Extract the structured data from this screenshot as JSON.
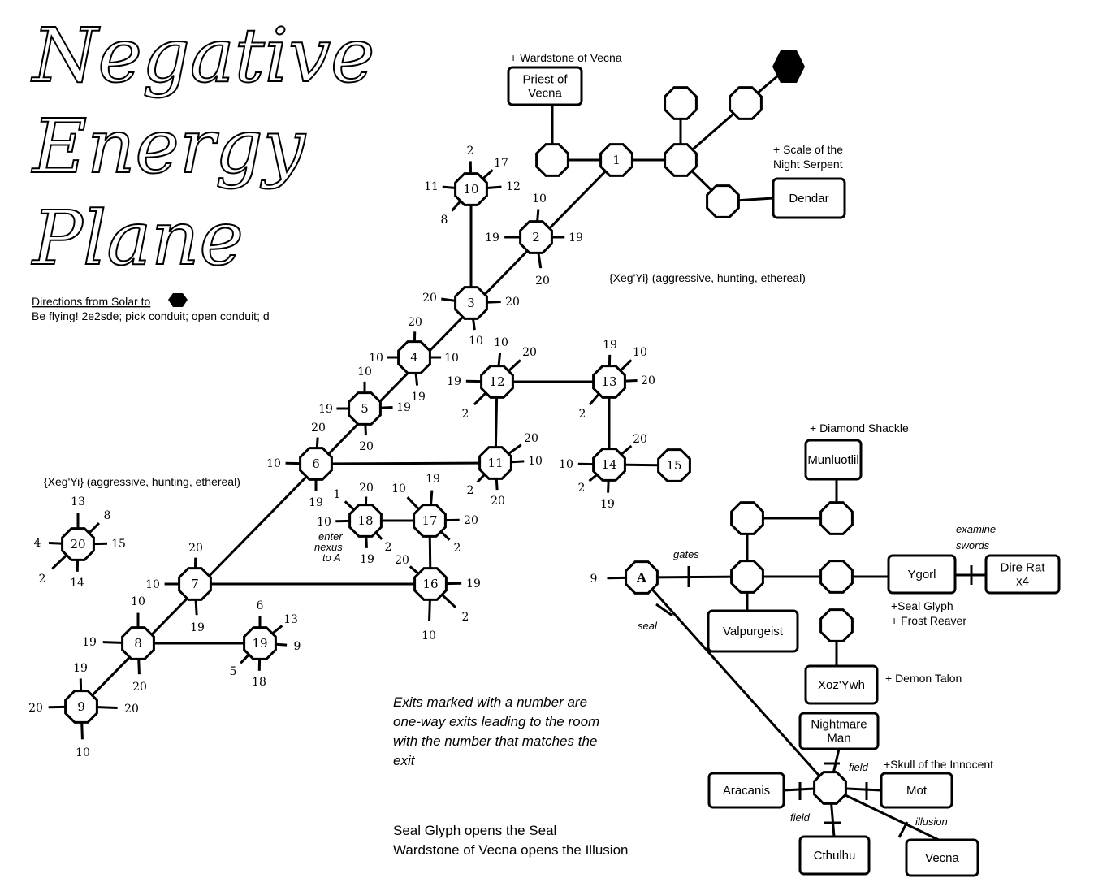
{
  "title": [
    "Negative",
    "Energy",
    "Plane"
  ],
  "directions": {
    "heading": "Directions from Solar to",
    "text": "Be flying!  2e2sde; pick conduit; open conduit; d",
    "target_icon": "black-hexagon-icon"
  },
  "mob_notes": [
    "{Xeg'Yi}  (aggressive, hunting, ethereal)",
    "{Xeg'Yi}  (aggressive, hunting, ethereal)"
  ],
  "rooms": {
    "r1": {
      "label": "1",
      "exits": []
    },
    "r2": {
      "label": "2",
      "exits": [
        "10",
        "19",
        "19",
        "20"
      ]
    },
    "r3": {
      "label": "3",
      "exits": [
        "20",
        "20",
        "10"
      ]
    },
    "r4": {
      "label": "4",
      "exits": [
        "20",
        "10",
        "10",
        "19"
      ]
    },
    "r5": {
      "label": "5",
      "exits": [
        "10",
        "19",
        "19",
        "20"
      ]
    },
    "r6": {
      "label": "6",
      "exits": [
        "20",
        "10",
        "19"
      ]
    },
    "r7": {
      "label": "7",
      "exits": [
        "20",
        "10",
        "19"
      ]
    },
    "r8": {
      "label": "8",
      "exits": [
        "10",
        "19",
        "20"
      ]
    },
    "r9": {
      "label": "9",
      "exits": [
        "19",
        "20",
        "20",
        "10"
      ]
    },
    "r10": {
      "label": "10",
      "exits": [
        "2",
        "17",
        "12",
        "11",
        "8"
      ]
    },
    "r11": {
      "label": "11",
      "exits": [
        "20",
        "10",
        "2",
        "20"
      ]
    },
    "r12": {
      "label": "12",
      "exits": [
        "10",
        "20",
        "19",
        "2"
      ]
    },
    "r13": {
      "label": "13",
      "exits": [
        "19",
        "10",
        "20",
        "2"
      ]
    },
    "r14": {
      "label": "14",
      "exits": [
        "20",
        "10",
        "2",
        "19"
      ]
    },
    "r15": {
      "label": "15",
      "exits": []
    },
    "r16": {
      "label": "16",
      "exits": [
        "20",
        "19",
        "10",
        "2"
      ]
    },
    "r17": {
      "label": "17",
      "exits": [
        "10",
        "19",
        "20",
        "2"
      ]
    },
    "r18": {
      "label": "18",
      "exits": [
        "1",
        "20",
        "10",
        "19",
        "2"
      ]
    },
    "r19": {
      "label": "19",
      "exits": [
        "6",
        "13",
        "9",
        "5",
        "18"
      ]
    },
    "r20": {
      "label": "20",
      "exits": [
        "13",
        "8",
        "15",
        "4",
        "2",
        "14"
      ]
    },
    "rA": {
      "label": "A",
      "exits": [
        "9"
      ]
    }
  },
  "nexus_note": [
    "enter",
    "nexus",
    "to A"
  ],
  "boxes": {
    "priest": [
      "Priest of",
      "Vecna"
    ],
    "dendar": [
      "Dendar"
    ],
    "munluotlil": [
      "Munluotlil"
    ],
    "ygorl": [
      "Ygorl"
    ],
    "dire_rat": [
      "Dire Rat",
      "x4"
    ],
    "valpurgeist": [
      "Valpurgeist"
    ],
    "xozywh": [
      "Xoz'Ywh"
    ],
    "nightmare": [
      "Nightmare",
      "Man"
    ],
    "aracanis": [
      "Aracanis"
    ],
    "mot": [
      "Mot"
    ],
    "cthulhu": [
      "Cthulhu"
    ],
    "vecna": [
      "Vecna"
    ]
  },
  "items": {
    "wardstone": "+ Wardstone of Vecna",
    "scale": [
      "+ Scale of the",
      "Night Serpent"
    ],
    "shackle": "+ Diamond Shackle",
    "ygorl_items": [
      "+Seal Glyph",
      "+ Frost Reaver"
    ],
    "talon": "+ Demon Talon",
    "skull": "+Skull of the Innocent"
  },
  "barriers": {
    "gates": "gates",
    "seal": "seal",
    "field1": "field",
    "field2": "field",
    "illusion": "illusion",
    "examine": [
      "examine",
      "swords"
    ]
  },
  "notes": {
    "exits": [
      "Exits marked with a number are",
      "one-way exits leading to the room",
      "with the number that matches the",
      "exit"
    ],
    "seal": "Seal Glyph opens the Seal",
    "illusion": "Wardstone of Vecna opens the Illusion"
  }
}
